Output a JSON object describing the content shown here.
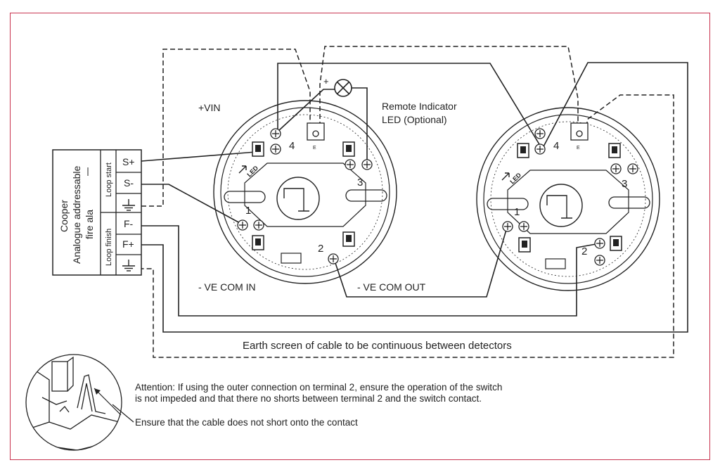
{
  "colors": {
    "frame": "#c8324e",
    "line": "#222222",
    "background": "#ffffff"
  },
  "panel": {
    "brand": "Cooper",
    "line2": "Analogue addressable",
    "line3": "fire ala",
    "loop_start": "Loop start",
    "loop_finish": "Loop finish",
    "terminals": [
      "S+",
      "S-",
      "F-",
      "F+"
    ]
  },
  "diagram": {
    "vin": "+VIN",
    "plus": "+",
    "remote_indicator_1": "Remote Indicator",
    "remote_indicator_2": "LED (Optional)",
    "ve_com_in": "- VE COM IN",
    "ve_com_out": "- VE COM OUT",
    "earth_screen": "Earth screen of cable to be continuous between detectors",
    "terminal_numbers": [
      "1",
      "2",
      "3",
      "4"
    ],
    "earth_letter": "E",
    "led_label": "LED"
  },
  "notes": {
    "attention_1": "Attention: If using the outer connection on terminal 2, ensure the operation of the switch",
    "attention_2": "is not impeded and that there no shorts between terminal 2 and the switch contact.",
    "ensure": "Ensure that the cable does not short onto the contact"
  },
  "icons": [
    "lamp-icon",
    "earth-ground-icon",
    "screw-terminal-icon",
    "switch-contact-icon"
  ]
}
